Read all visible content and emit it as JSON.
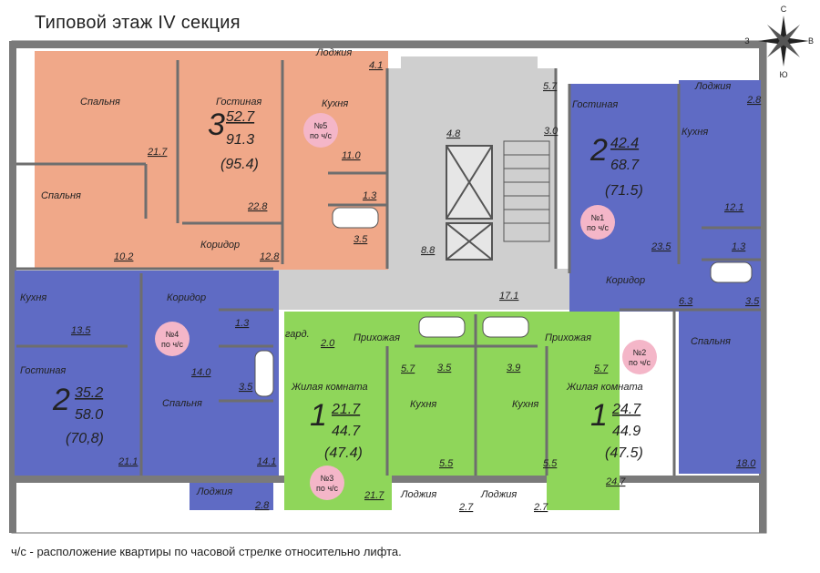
{
  "title": "Типовой этаж IV секция",
  "footnote": "ч/с - расположение квартиры по часовой стрелке относительно лифта.",
  "compass": {
    "n": "С",
    "s": "Ю",
    "w": "З",
    "e": "В"
  },
  "colors": {
    "apt5": "#f0a889",
    "apt1": "#5f6bc4",
    "apt2": "#5f6bc4",
    "apt4": "#5f6bc4",
    "apt3": "#8fd65a",
    "core": "#cfcfcf",
    "badge": "#f4b6c8",
    "wall": "#6e6e6e"
  },
  "apartments": [
    {
      "id": "apt5",
      "rooms": "3",
      "living": "52.7",
      "total": "91.3",
      "with_loggia": "(95.4)",
      "badge_label": "№5",
      "badge_sub": "по ч/с"
    },
    {
      "id": "apt1",
      "rooms": "2",
      "living": "42.4",
      "total": "68.7",
      "with_loggia": "(71.5)",
      "badge_label": "№1",
      "badge_sub": "по ч/с"
    },
    {
      "id": "apt4",
      "rooms": "2",
      "living": "35.2",
      "total": "58.0",
      "with_loggia": "(70,8)",
      "badge_label": "№4",
      "badge_sub": "по ч/с"
    },
    {
      "id": "apt3",
      "rooms": "1",
      "living": "21.7",
      "total": "44.7",
      "with_loggia": "(47.4)",
      "badge_label": "№3",
      "badge_sub": "по ч/с"
    },
    {
      "id": "apt2",
      "rooms": "1",
      "living": "24.7",
      "total": "44.9",
      "with_loggia": "(47.5)",
      "badge_label": "№2",
      "badge_sub": "по ч/с"
    }
  ],
  "rooms": {
    "apt5_bed1": {
      "label": "Спальня",
      "area": "21.7"
    },
    "apt5_living": {
      "label": "Гостиная",
      "area": "22.8"
    },
    "apt5_kitchen": {
      "label": "Кухня",
      "area": "11.0"
    },
    "apt5_loggia": {
      "label": "Лоджия",
      "area": "4.1"
    },
    "apt5_bed2": {
      "label": "Спальня",
      "area": "10.2"
    },
    "apt5_corridor": {
      "label": "Коридор",
      "area": "12.8"
    },
    "apt5_wc": {
      "area": "1.3"
    },
    "apt5_bath": {
      "area": "3.5"
    },
    "apt1_living": {
      "label": "Гостиная",
      "area": "23.5"
    },
    "apt1_loggia": {
      "label": "Лоджия",
      "area": "2.8"
    },
    "apt1_kitchen": {
      "label": "Кухня",
      "area": "12.1"
    },
    "apt1_corridor": {
      "label": "Коридор",
      "area": "6.3"
    },
    "apt1_wc": {
      "area": "1.3"
    },
    "apt1_bath": {
      "area": "3.5"
    },
    "apt2_bed": {
      "label": "Спальня",
      "area": "18.0"
    },
    "apt4_kitchen": {
      "label": "Кухня",
      "area": "13.5"
    },
    "apt4_corridor": {
      "label": "Коридор",
      "area": "14.0"
    },
    "apt4_living": {
      "label": "Гостиная",
      "area": "21.1"
    },
    "apt4_bed": {
      "label": "Спальня",
      "area": "14.1"
    },
    "apt4_loggia": {
      "label": "Лоджия",
      "area": "2.8"
    },
    "apt4_wc": {
      "area": "1.3"
    },
    "apt4_bath": {
      "area": "3.5"
    },
    "apt3_gard": {
      "label": "гард.",
      "area": "2.0"
    },
    "apt3_hall": {
      "label": "Прихожая",
      "area": "5.7"
    },
    "apt3_living": {
      "label": "Жилая комната",
      "area": "21.7"
    },
    "apt3_kitchen": {
      "label": "Кухня",
      "area": "5.5"
    },
    "apt3_bath": {
      "area": "3.5"
    },
    "apt3_loggia": {
      "label": "Лоджия",
      "area": "2.7"
    },
    "apt2_hall": {
      "label": "Прихожая",
      "area": "5.7"
    },
    "apt2_living": {
      "label": "Жилая комната",
      "area": "24.7"
    },
    "apt2_kitchen": {
      "label": "Кухня",
      "area": "5.5"
    },
    "apt2_bath": {
      "area": "3.9"
    },
    "apt2_loggia": {
      "label": "Лоджия",
      "area": "2.7"
    },
    "core_hall": {
      "area": "17.1"
    },
    "core_lift_lobby": {
      "area": "4.8"
    },
    "core_stair": {
      "area": "3.0"
    },
    "core_top": {
      "area": "5.7"
    },
    "core_lower": {
      "area": "8.8"
    }
  }
}
